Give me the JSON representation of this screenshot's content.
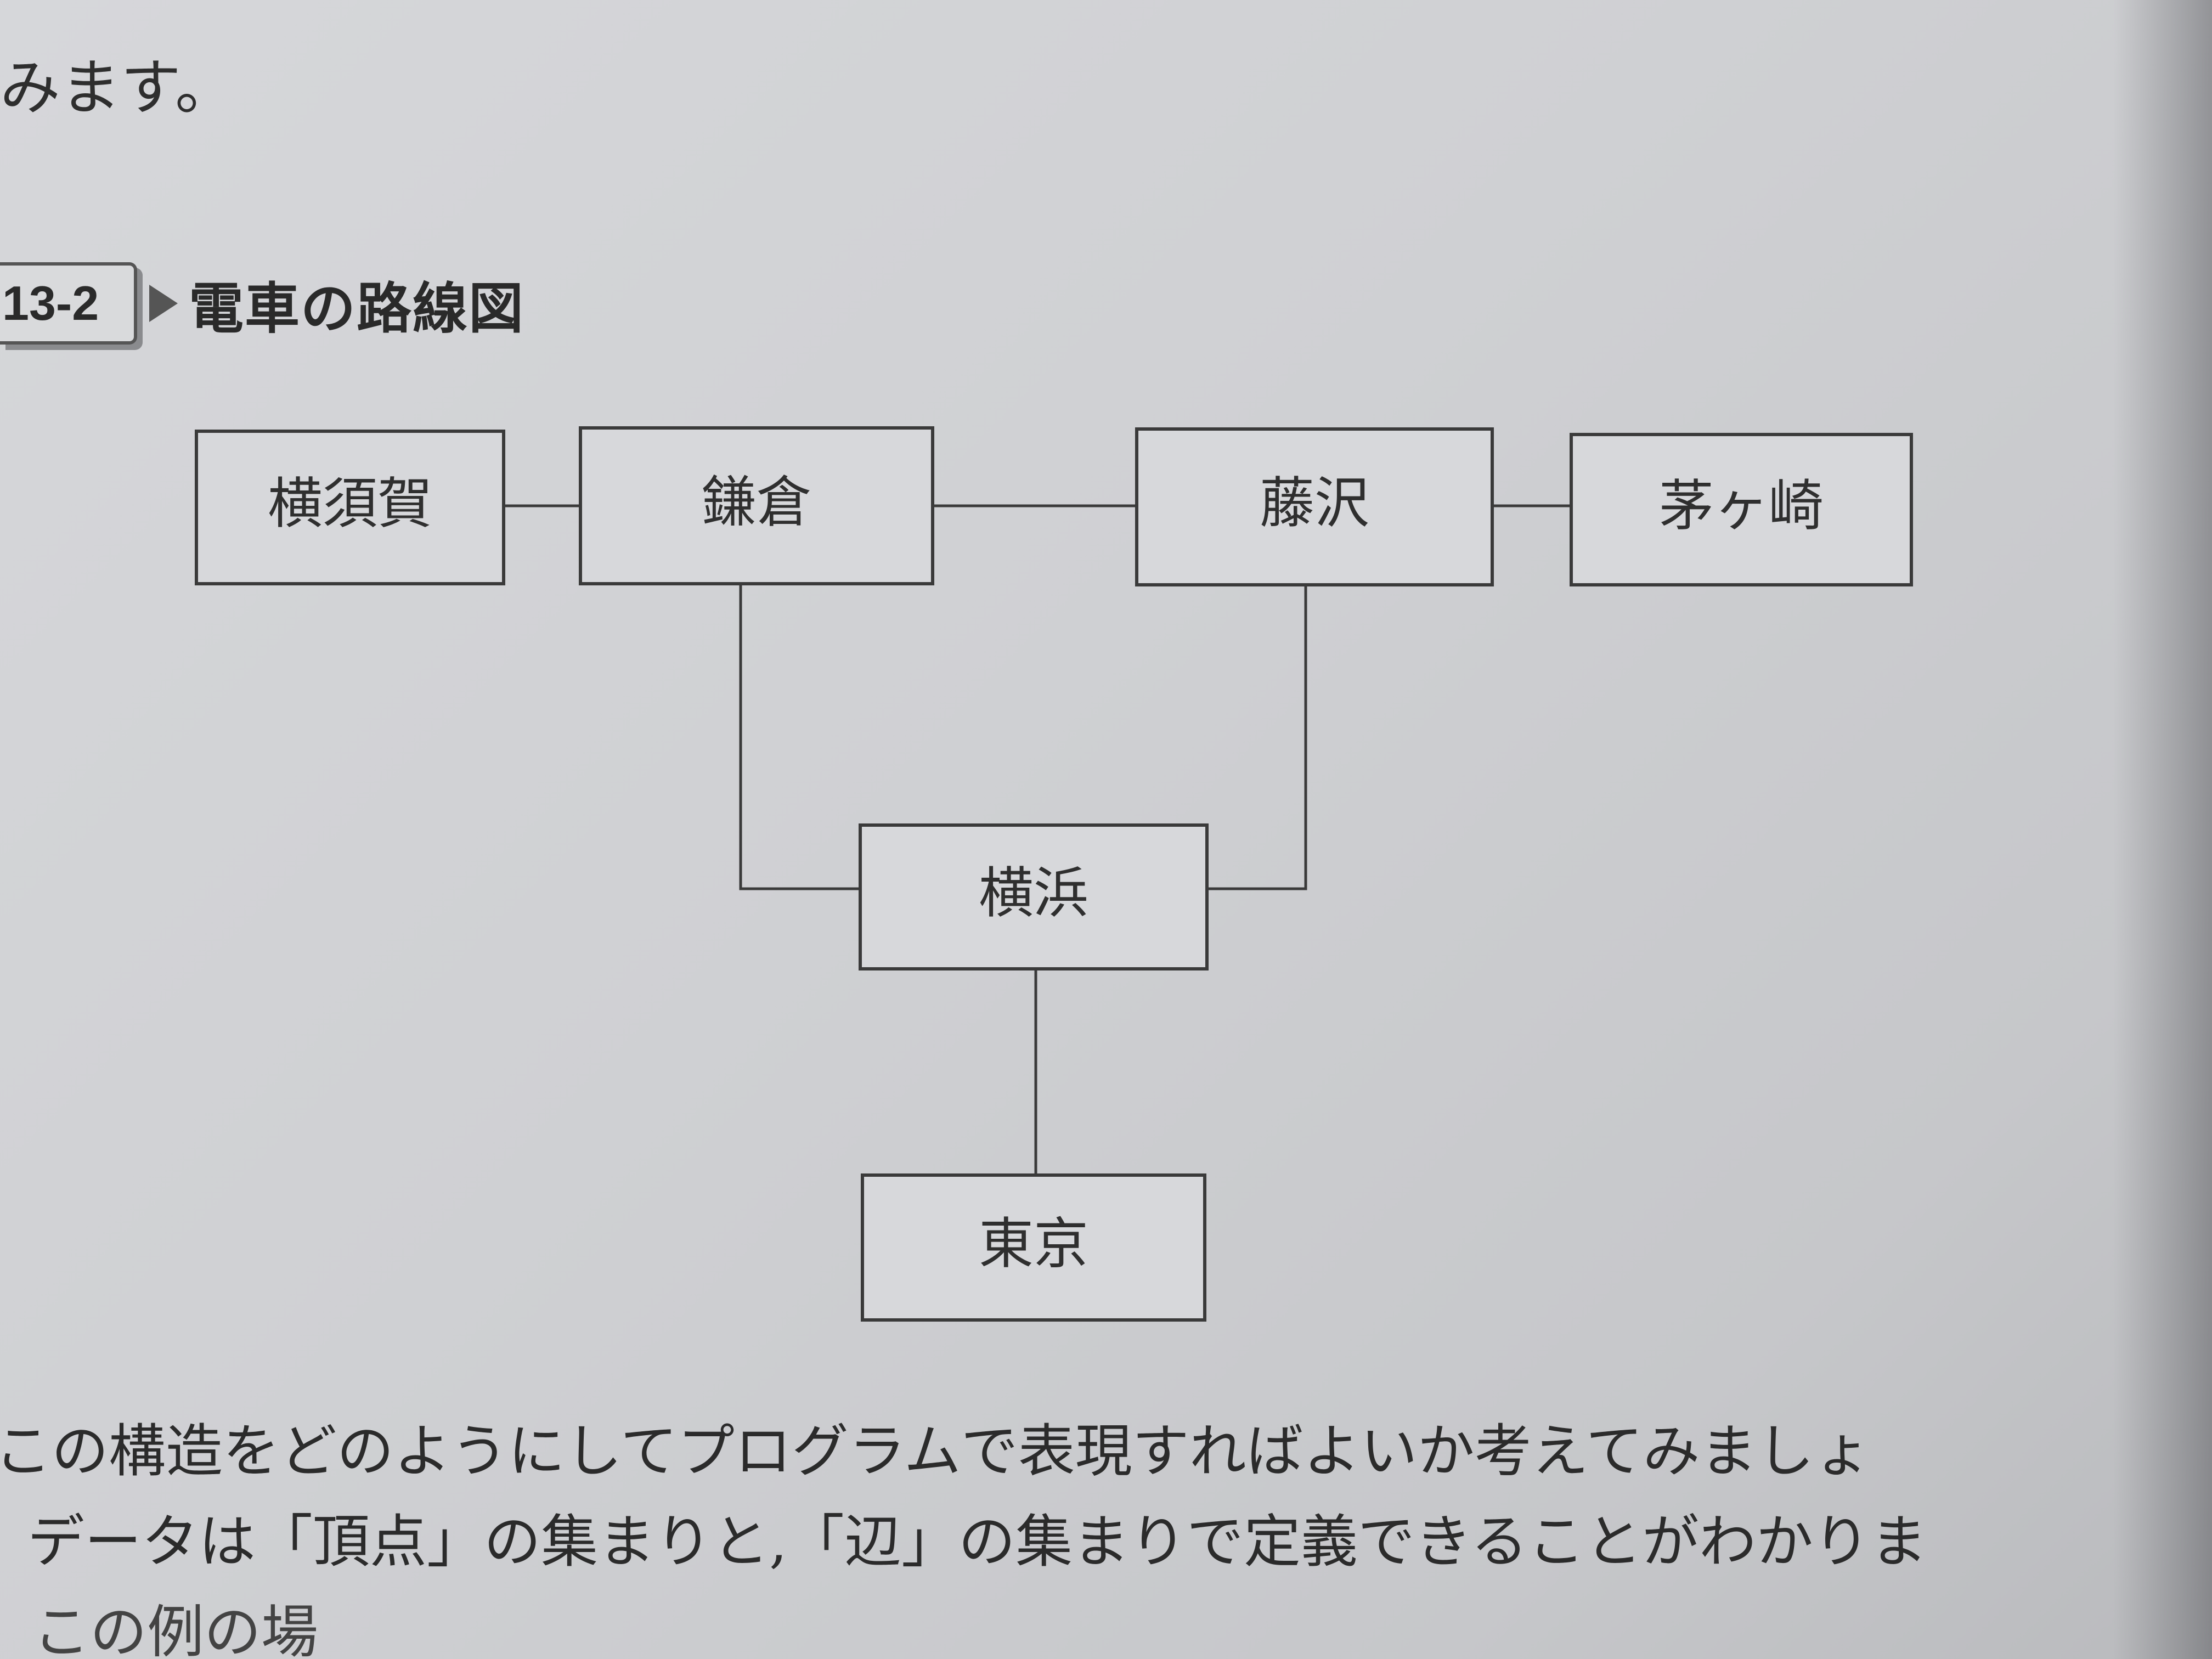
{
  "top_text": "みます。",
  "figure": {
    "number": "13-2",
    "title": "電車の路線図"
  },
  "nodes": [
    {
      "id": "yokosuka",
      "label": "横須賀"
    },
    {
      "id": "kamakura",
      "label": "鎌倉"
    },
    {
      "id": "fujisawa",
      "label": "藤沢"
    },
    {
      "id": "chigasaki",
      "label": "茅ヶ崎"
    },
    {
      "id": "yokohama",
      "label": "横浜"
    },
    {
      "id": "tokyo",
      "label": "東京"
    }
  ],
  "edges": [
    [
      "yokosuka",
      "kamakura"
    ],
    [
      "kamakura",
      "fujisawa"
    ],
    [
      "fujisawa",
      "chigasaki"
    ],
    [
      "kamakura",
      "yokohama"
    ],
    [
      "fujisawa",
      "yokohama"
    ],
    [
      "yokohama",
      "tokyo"
    ]
  ],
  "body_text": {
    "line1": "この構造をどのようにしてプログラムで表現すればよいか考えてみましょ",
    "line2": "データは「頂点」の集まりと,「辺」の集まりで定義できることがわかりま",
    "line3": "この例の場"
  }
}
